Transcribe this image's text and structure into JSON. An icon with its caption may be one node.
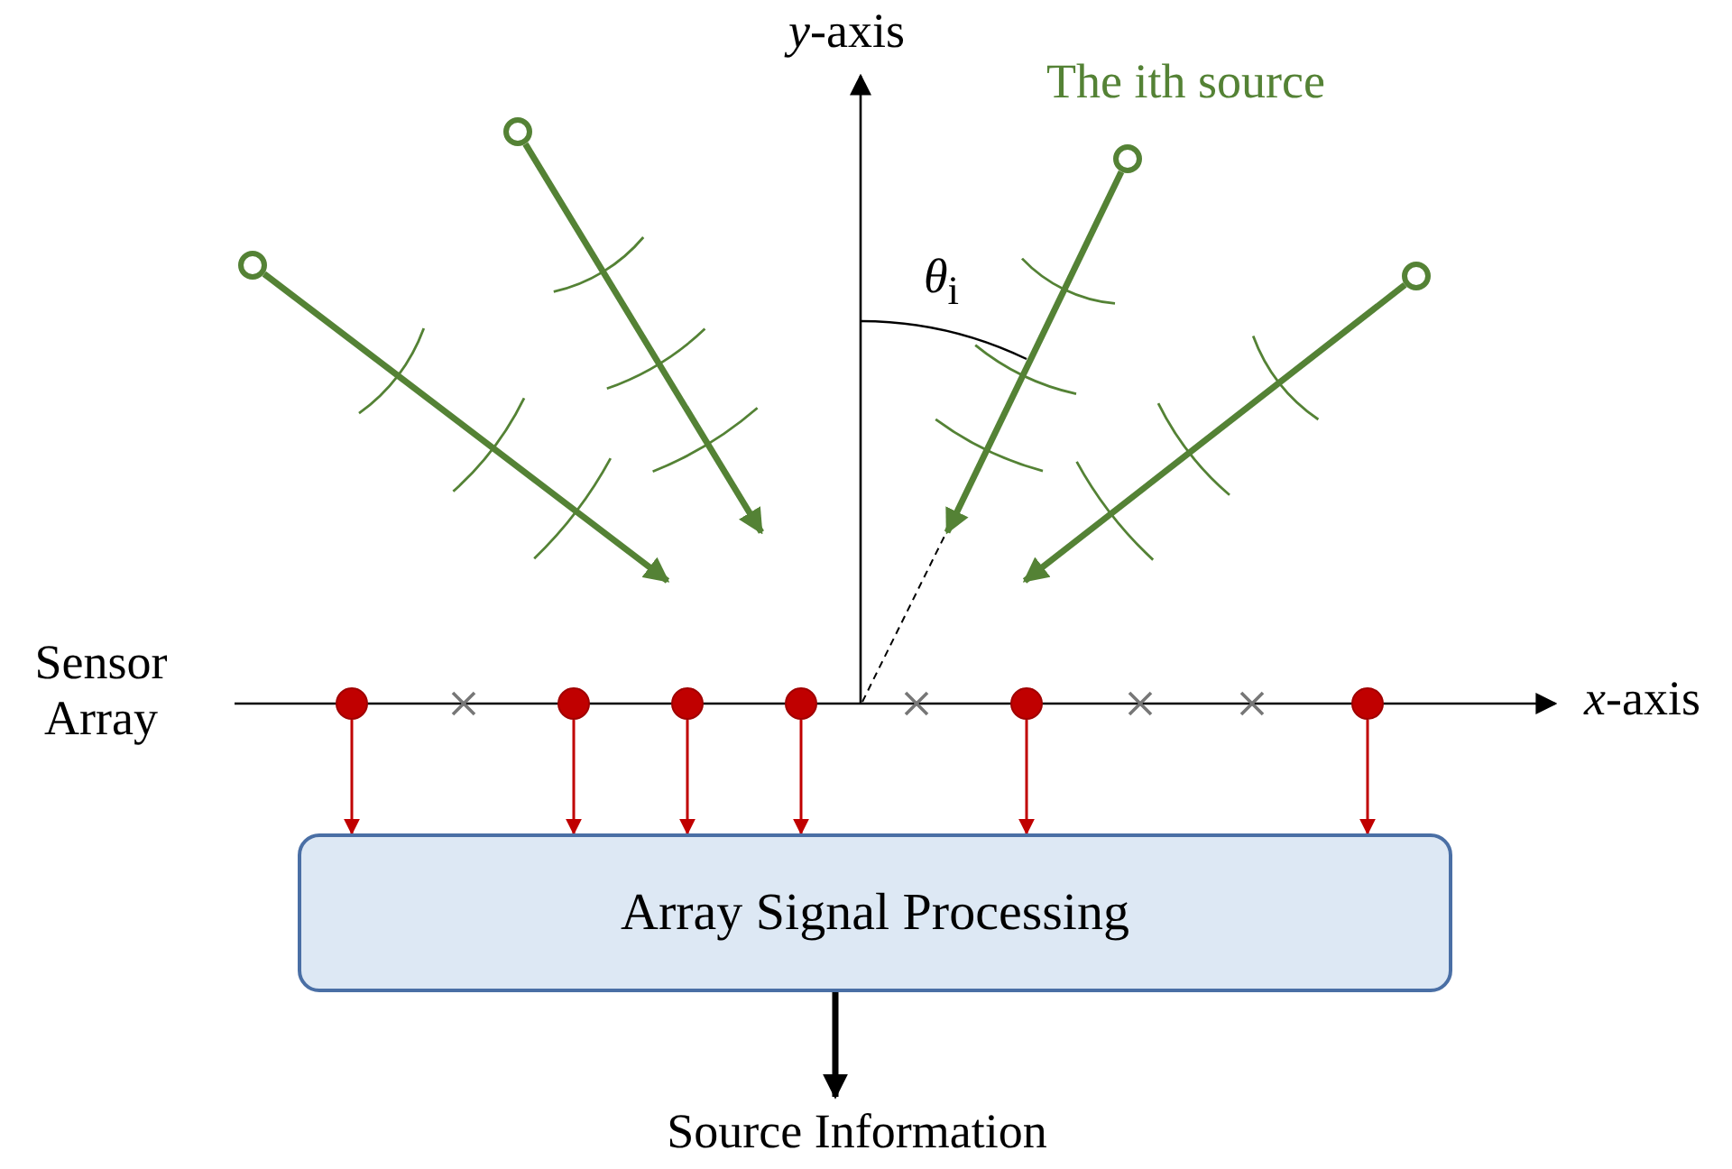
{
  "diagram": {
    "nodes": [
      {
        "text": [],
        "shape": "circle"
      },
      {
        "text": [],
        "shape": "circle"
      },
      {
        "text": [],
        "shape": "circle"
      },
      {
        "text": [],
        "shape": "circle"
      },
      {
        "text": [],
        "shape": "circle"
      },
      {
        "text": [],
        "shape": "circle"
      },
      {
        "text": [],
        "shape": "circle"
      },
      {
        "text": [],
        "shape": "circle"
      },
      {
        "text": [],
        "shape": "circle"
      },
      {
        "text": [],
        "shape": "circle"
      },
      {
        "text": [
          "Array Signal Processing"
        ]
      },
      {
        "text": [
          "Source Information"
        ]
      }
    ],
    "edges": [
      {
        "from": 0,
        "to": null,
        "arrow": "to",
        "style": "thick",
        "color": "#548235"
      },
      {
        "from": 1,
        "to": null,
        "arrow": "to",
        "style": "thick",
        "color": "#548235"
      },
      {
        "from": 2,
        "to": null,
        "arrow": "to",
        "style": "thick",
        "color": "#548235"
      },
      {
        "from": 3,
        "to": null,
        "arrow": "to",
        "style": "thick",
        "color": "#548235"
      },
      {
        "from": 4,
        "to": 10,
        "arrow": "to"
      },
      {
        "from": 5,
        "to": 10,
        "arrow": "to"
      },
      {
        "from": 6,
        "to": 10,
        "arrow": "to"
      },
      {
        "from": 7,
        "to": 10,
        "arrow": "to"
      },
      {
        "from": 8,
        "to": 10,
        "arrow": "to"
      },
      {
        "from": 9,
        "to": 10,
        "arrow": "to"
      },
      {
        "from": 10,
        "to": 11,
        "arrow": "to",
        "style": "thick",
        "color": "#000000"
      }
    ],
    "labels": [
      "*y*-axis",
      "The ith source",
      "*θ*$_{i}$",
      "Sensor Array",
      "*x*-axis"
    ]
  }
}
